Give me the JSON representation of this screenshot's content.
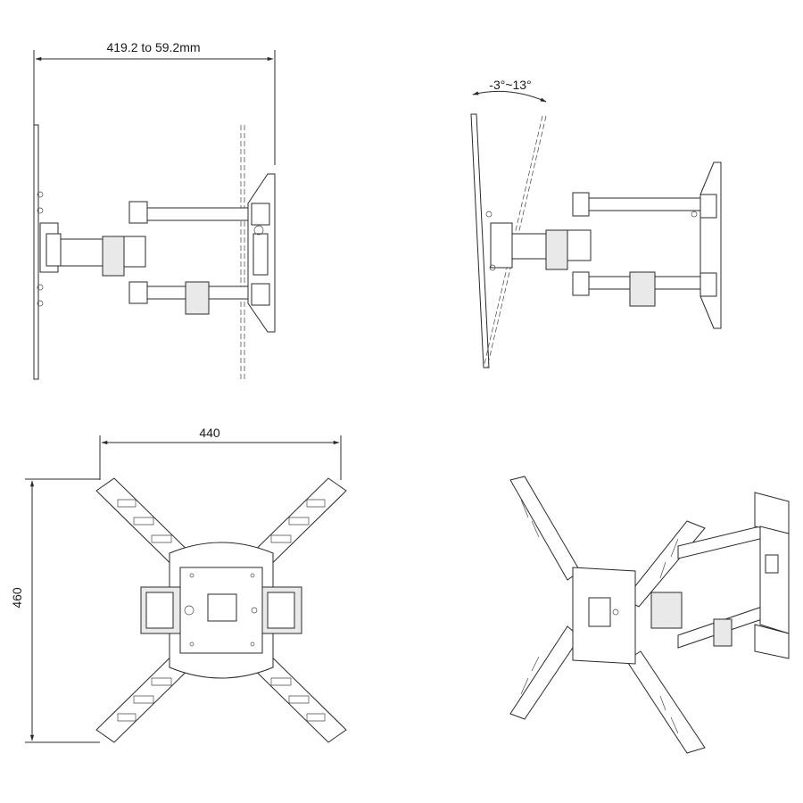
{
  "dimensions": {
    "extension_range": "419.2 to 59.2mm",
    "tilt_range": "-3°~13°",
    "width": "440",
    "height": "460"
  },
  "colors": {
    "line": "#2a2a2a",
    "background": "#ffffff"
  }
}
